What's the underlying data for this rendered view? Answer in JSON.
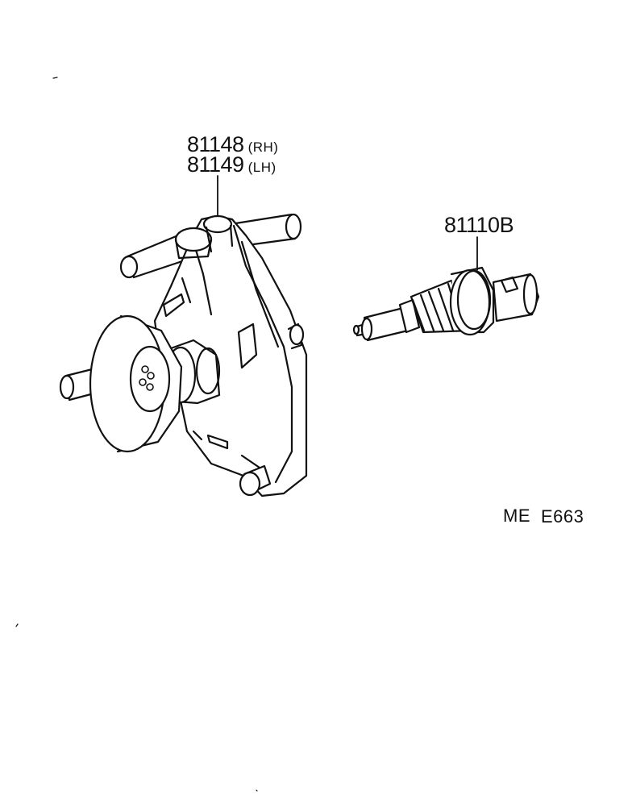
{
  "labels": {
    "pump_rh": {
      "number": "81148",
      "side": "(RH)"
    },
    "pump_lh": {
      "number": "81149",
      "side": "(LH)"
    },
    "sensor": {
      "number": "81110B"
    },
    "diagram_code_1": "ME",
    "diagram_code_2": "E663"
  },
  "colors": {
    "ink": "#111111",
    "paper": "#ffffff"
  }
}
